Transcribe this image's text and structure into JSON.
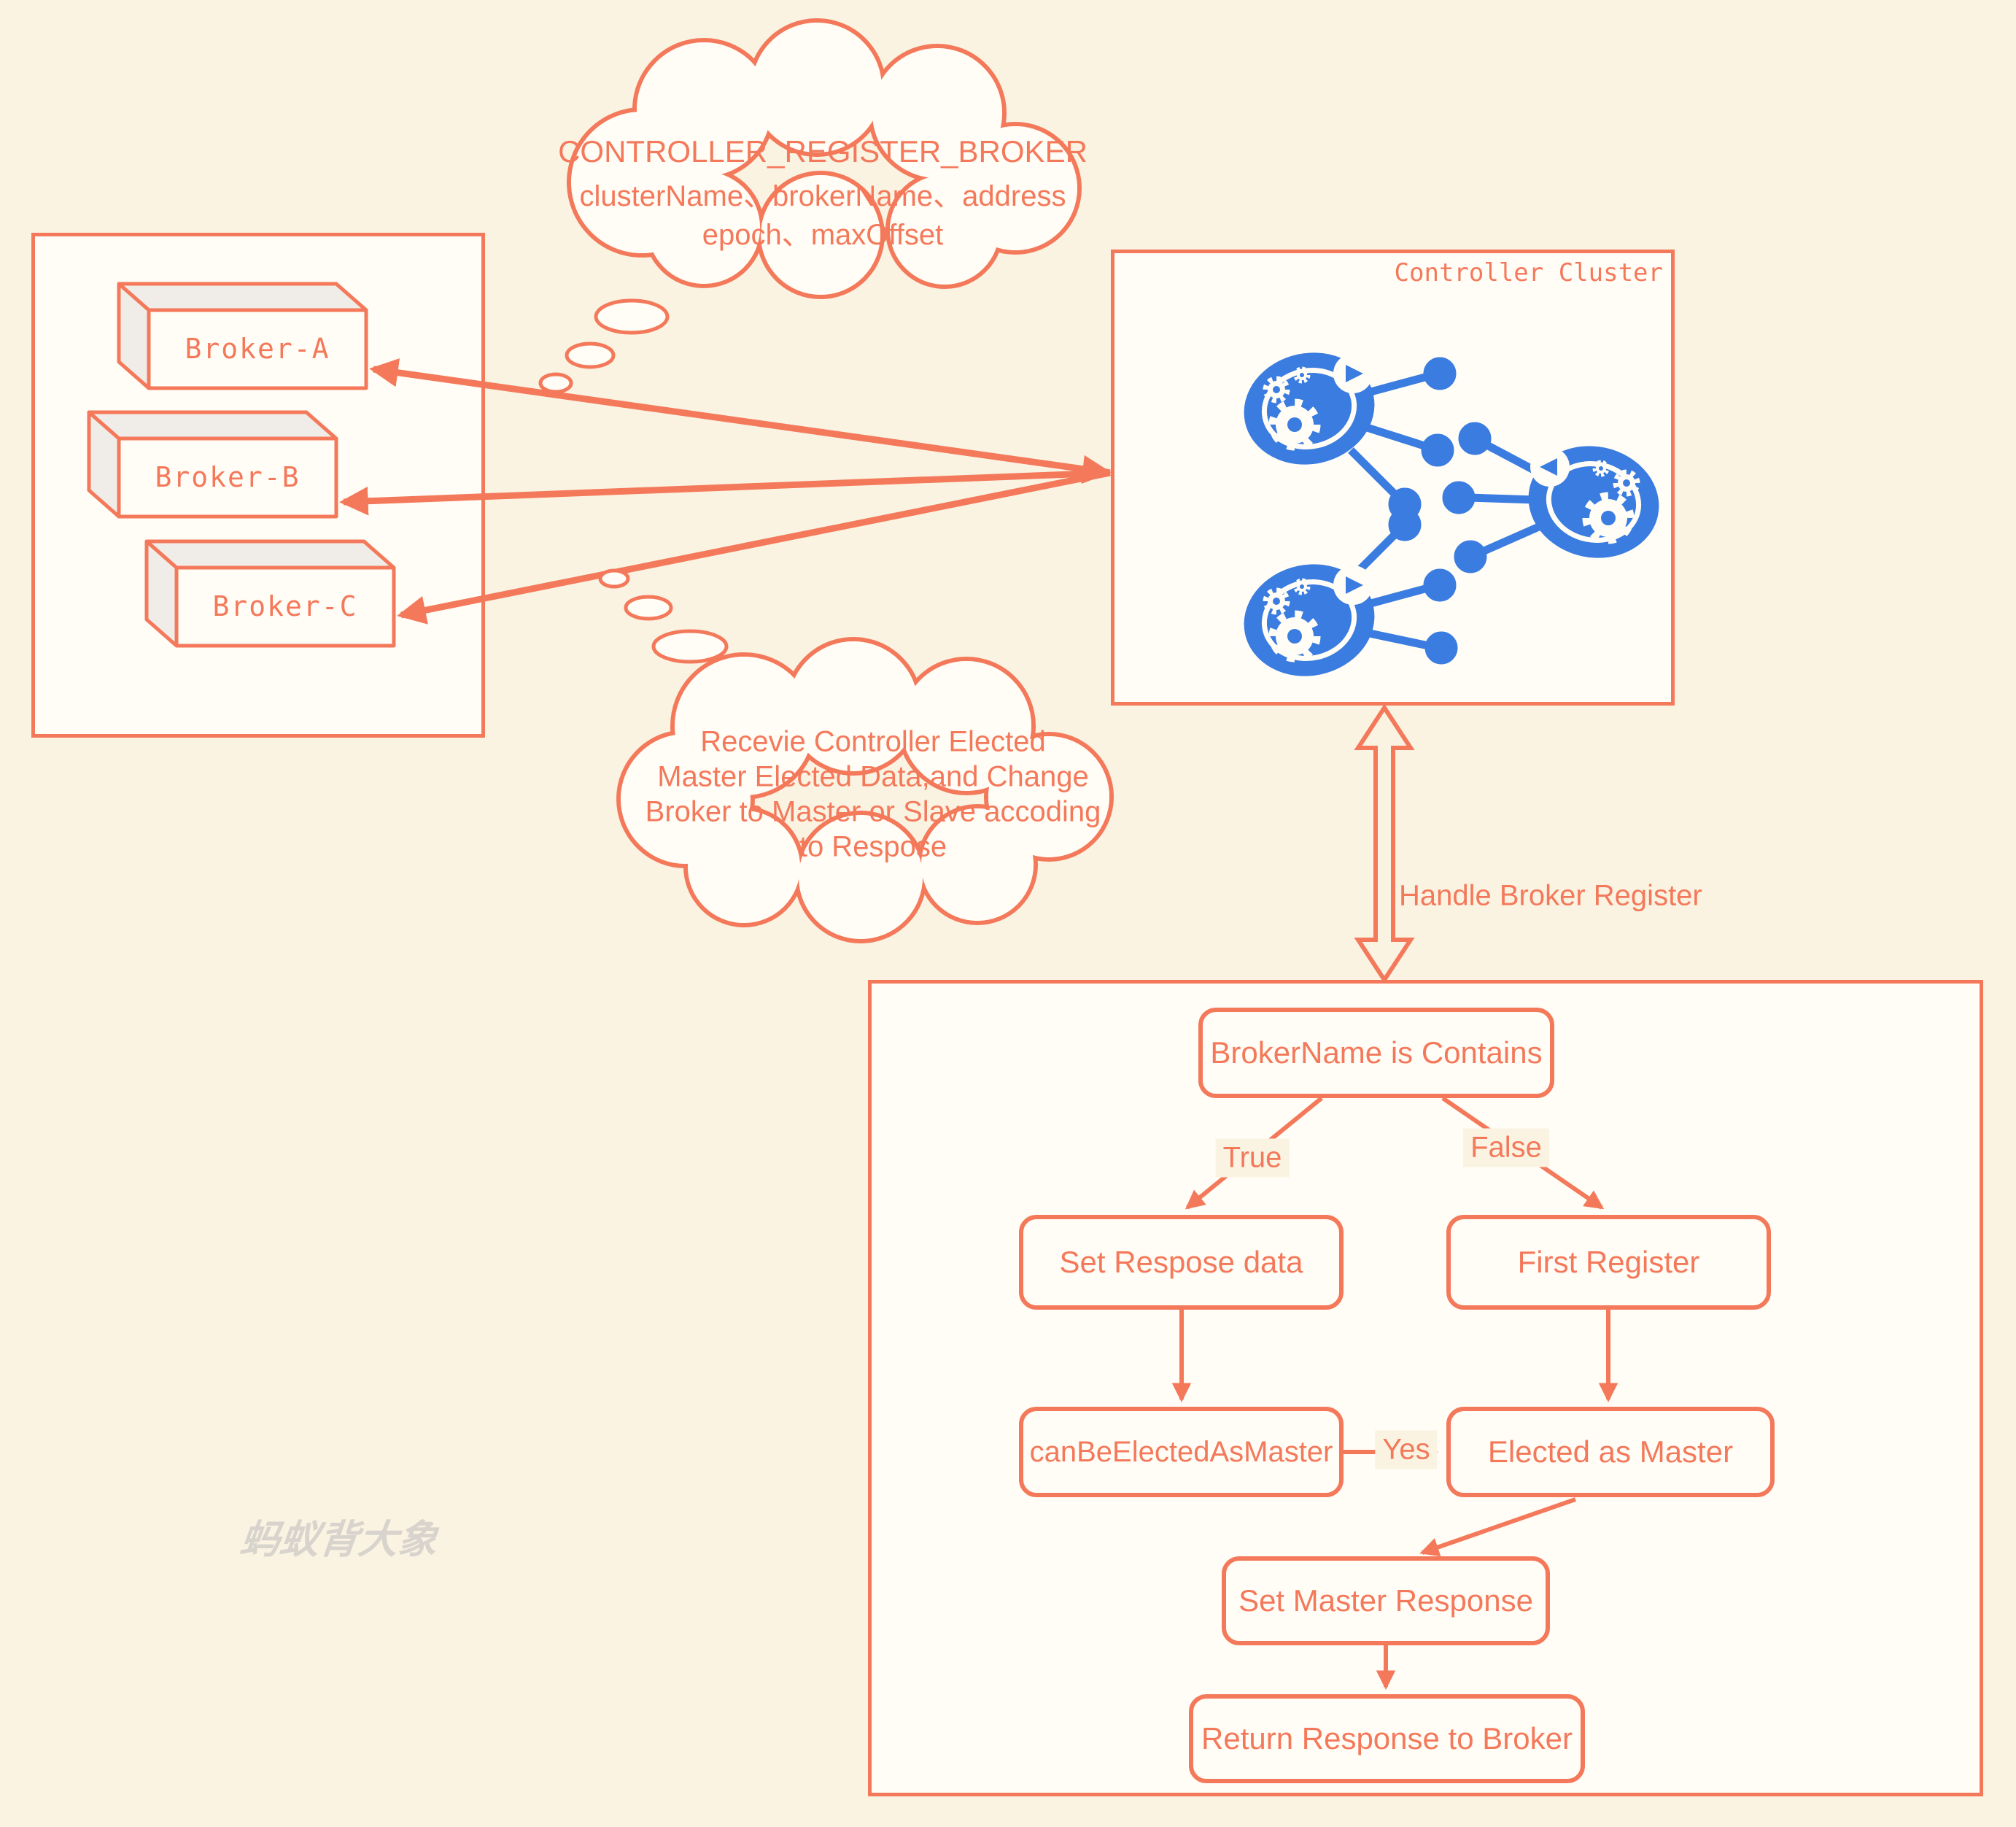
{
  "clouds": {
    "register_request": {
      "lines": [
        "CONTROLLER_REGISTER_BROKER",
        "clusterName、brokerName、address",
        "epoch、maxOffset"
      ]
    },
    "receive_response": {
      "lines": [
        "Recevie Controller Elected",
        "Master Elected Data,and Change",
        "Broker to Master or Slave accoding",
        "to Respose"
      ]
    }
  },
  "broker_panel": {
    "brokers": [
      {
        "label": "Broker-A"
      },
      {
        "label": "Broker-B"
      },
      {
        "label": "Broker-C"
      }
    ]
  },
  "controller": {
    "title": "Controller Cluster",
    "icon": "controller-node-icon",
    "node_count": 3
  },
  "link": {
    "label": "Handle Broker Register"
  },
  "flowchart": {
    "nodes": {
      "contains": "BrokerName is Contains",
      "set_response": "Set Respose data",
      "first_register": "First Register",
      "can_be_elected": "canBeElectedAsMaster",
      "elected": "Elected as Master",
      "set_master": "Set Master Response",
      "return_response": "Return Response to Broker"
    },
    "edge_labels": {
      "true": "True",
      "false": "False",
      "yes": "Yes"
    }
  },
  "watermark": "蚂蚁背大象",
  "colors": {
    "accent": "#F4795B",
    "blue": "#3B7CE0",
    "background": "#FAF3E2",
    "panel": "#FFFDF6",
    "box_face": "#F0EDE8",
    "watermark": "#D8D3CC"
  }
}
